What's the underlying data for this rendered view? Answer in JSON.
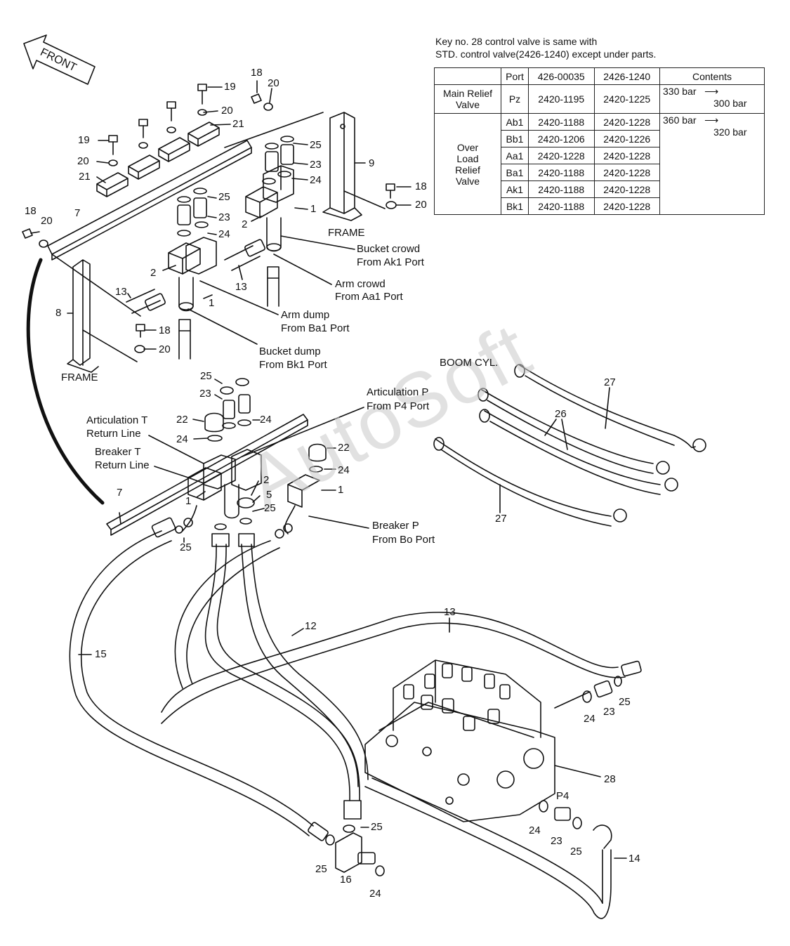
{
  "front_label": "FRONT",
  "note": {
    "line1": "Key no. 28 control valve is same with",
    "line2": "STD. control valve(2426-1240) except under parts."
  },
  "table": {
    "headers": [
      "",
      "Port",
      "426-00035",
      "2426-1240",
      "Contents"
    ],
    "main_relief": {
      "label": "Main Relief Valve",
      "port": "Pz",
      "a": "2420-1195",
      "b": "2420-1225",
      "contents_from": "330 bar",
      "contents_to": "300 bar"
    },
    "overload": {
      "label": "Over Load Relief Valve",
      "rows": [
        {
          "port": "Ab1",
          "a": "2420-1188",
          "b": "2420-1228"
        },
        {
          "port": "Bb1",
          "a": "2420-1206",
          "b": "2420-1226"
        },
        {
          "port": "Aa1",
          "a": "2420-1228",
          "b": "2420-1228"
        },
        {
          "port": "Ba1",
          "a": "2420-1188",
          "b": "2420-1228"
        },
        {
          "port": "Ak1",
          "a": "2420-1188",
          "b": "2420-1228"
        },
        {
          "port": "Bk1",
          "a": "2420-1188",
          "b": "2420-1228"
        }
      ],
      "contents_from": "360 bar",
      "contents_to": "320 bar"
    }
  },
  "labels": {
    "frame_left": "FRAME",
    "frame_right": "FRAME",
    "bucket_crowd": "Bucket crowd",
    "from_ak1": "From Ak1 Port",
    "arm_crowd": "Arm crowd",
    "from_aa1": "From Aa1 Port",
    "arm_dump": "Arm dump",
    "from_ba1": "From Ba1 Port",
    "bucket_dump": "Bucket dump",
    "from_bk1": "From Bk1 Port",
    "boom_cyl": "BOOM CYL.",
    "artic_p": "Articulation P",
    "from_p4": "From P4 Port",
    "artic_t": "Articulation T",
    "return_line_1": "Return Line",
    "breaker_t": "Breaker T",
    "return_line_2": "Return Line",
    "breaker_p": "Breaker P",
    "from_bo": "From Bo Port",
    "p4": "P4"
  },
  "callouts": {
    "n18a": "18",
    "n20a": "20",
    "n19a": "19",
    "n20b": "20",
    "n21a": "21",
    "n19b": "19",
    "n20c": "20",
    "n21b": "21",
    "n18b": "18",
    "n20d": "20",
    "n7a": "7",
    "n25a": "25",
    "n23a": "23",
    "n24a": "24",
    "n9": "9",
    "n18c": "18",
    "n20e": "20",
    "n1a": "1",
    "n2a": "2",
    "n25b": "25",
    "n23b": "23",
    "n24b": "24",
    "n13a": "13",
    "n2b": "2",
    "n1b": "1",
    "n13b": "13",
    "n8": "8",
    "n18d": "18",
    "n20f": "20",
    "n25c": "25",
    "n23c": "23",
    "n22a": "22",
    "n24c": "24",
    "n24d": "24",
    "n22b": "22",
    "n24e": "24",
    "n1c": "1",
    "n2c": "2",
    "n5": "5",
    "n25d": "25",
    "n1d": "1",
    "n7b": "7",
    "n25e": "25",
    "n27a": "27",
    "n26": "26",
    "n27b": "27",
    "n12": "12",
    "n13c": "13",
    "n15": "15",
    "n24f": "24",
    "n23d": "23",
    "n25f": "25",
    "n28": "28",
    "n24g": "24",
    "n23e": "23",
    "n25g": "25",
    "n14": "14",
    "n25h": "25",
    "n25i": "25",
    "n16": "16",
    "n24h": "24"
  },
  "watermark": "AutoSoft"
}
